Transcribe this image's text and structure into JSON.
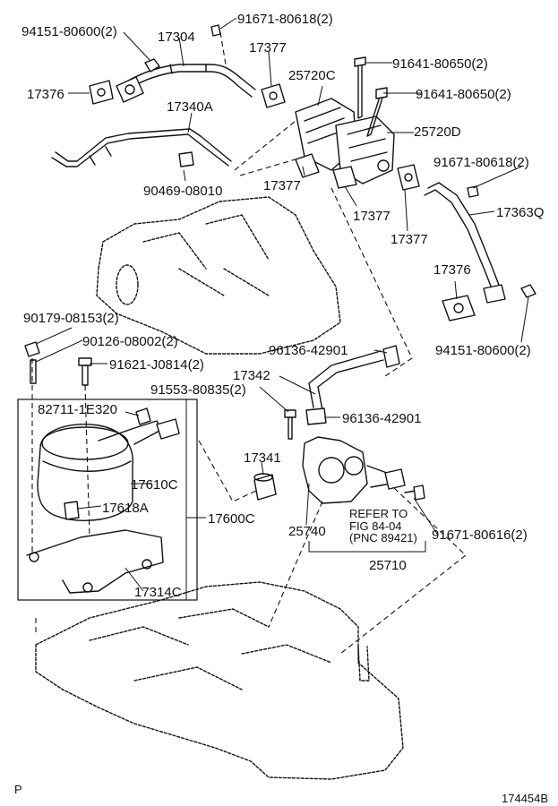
{
  "footer": {
    "page_code": "P",
    "figure_id": "174454B"
  },
  "callouts": {
    "c94151_top": "94151-80600(2)",
    "c17304": "17304",
    "c91671_top": "91671-80618(2)",
    "c17377_a": "17377",
    "c25720C": "25720C",
    "c91641_a": "91641-80650(2)",
    "c91641_b": "91641-80650(2)",
    "c17376_left": "17376",
    "c17340A": "17340A",
    "c25720D": "25720D",
    "c91671_right": "91671-80618(2)",
    "c90469": "90469-08010",
    "c17377_b": "17377",
    "c17377_c": "17377",
    "c17377_d": "17377",
    "c17363Q": "17363Q",
    "c17376_right": "17376",
    "c94151_right": "94151-80600(2)",
    "c90179": "90179-08153(2)",
    "c90126": "90126-08002(2)",
    "c91621": "91621-J0814(2)",
    "c96136_a": "96136-42901",
    "c17342": "17342",
    "c91553": "91553-80835(2)",
    "c96136_b": "96136-42901",
    "c82711": "82711-1E320",
    "c17341": "17341",
    "c17610C": "17610C",
    "c17618A": "17618A",
    "c17600C": "17600C",
    "c25740": "25740",
    "c91671_bottom": "91671-80616(2)",
    "c25710": "25710",
    "c17314C": "17314C",
    "refer_line1": "REFER TO",
    "refer_line2": "FIG 84-04",
    "refer_line3": "(PNC 89421)"
  }
}
